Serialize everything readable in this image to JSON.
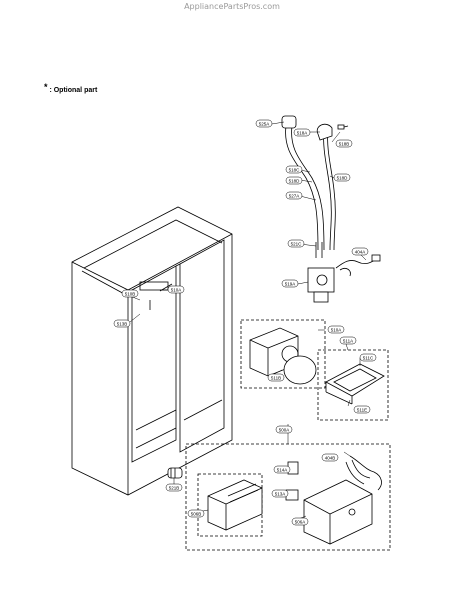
{
  "watermark": "AppliancePartsPros.com",
  "note": {
    "symbol": "*",
    "text": " : Optional part"
  },
  "callouts": [
    "525A",
    "518A",
    "518B",
    "518C",
    "518D",
    "518D",
    "518E",
    "527A",
    "521C",
    "404A",
    "519A",
    "510A",
    "510B",
    "513B",
    "510A",
    "511A",
    "511C",
    "511B",
    "511E",
    "500A",
    "404B",
    "514A",
    "513A",
    "506B",
    "506A",
    "521B"
  ]
}
